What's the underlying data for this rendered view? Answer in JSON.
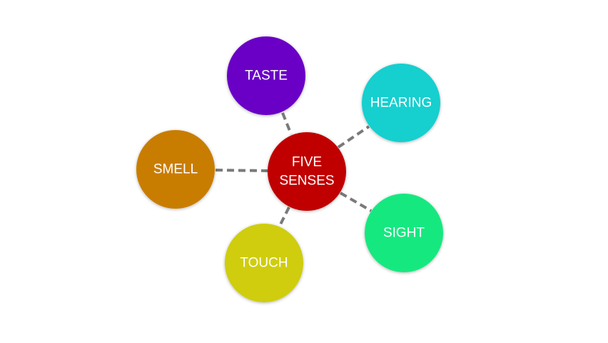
{
  "center": {
    "label_line1": "FIVE",
    "label_line2": "SENSES",
    "color": "#c00000"
  },
  "senses": [
    {
      "label": "TASTE",
      "color": "#6a00c6"
    },
    {
      "label": "HEARING",
      "color": "#14cfcf"
    },
    {
      "label": "SMELL",
      "color": "#c97d06"
    },
    {
      "label": "SIGHT",
      "color": "#16e880"
    },
    {
      "label": "TOUCH",
      "color": "#cfcd08"
    }
  ],
  "connector_color": "#7a7a7a"
}
